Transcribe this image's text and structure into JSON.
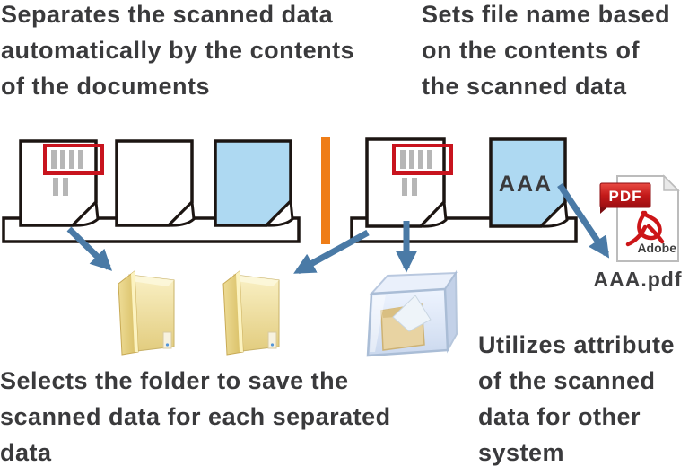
{
  "diagram_title": "scanned data separation and naming workflow",
  "captions": {
    "separate": {
      "lines": [
        "Separates the scanned data",
        "automatically by the contents",
        "of the documents"
      ]
    },
    "filename": {
      "lines": [
        "Sets file name based",
        "on the contents of",
        "the scanned data"
      ]
    },
    "folder": {
      "lines": [
        "Selects the folder to save the",
        "scanned data for each separated",
        "data"
      ]
    },
    "attribute": {
      "lines": [
        "Utilizes attribute",
        "of the scanned",
        "data for other",
        "system"
      ]
    }
  },
  "labels": {
    "blue_doc_text": "AAA",
    "pdf_badge": "PDF",
    "pdf_brand": "Adobe",
    "pdf_filename": "AAA.pdf"
  },
  "icons": [
    {
      "name": "barcode-document-icon",
      "meaning": "scanned page with patch/barcode zone highlighted in red"
    },
    {
      "name": "blank-document-icon",
      "meaning": "plain scanned page"
    },
    {
      "name": "blue-document-icon",
      "meaning": "separator / named page"
    },
    {
      "name": "folder-icon",
      "meaning": "destination folder for separated data"
    },
    {
      "name": "glass-cube-folder-icon",
      "meaning": "other system storing scanned data"
    },
    {
      "name": "pdf-file-icon",
      "meaning": "generated Adobe PDF file"
    },
    {
      "name": "arrow-icon",
      "meaning": "data flow"
    }
  ],
  "colors": {
    "text": "#3a3a3c",
    "arrow_blue": "#4a7aa6",
    "divider_orange": "#ef7d17",
    "document_blue": "#aed9f2",
    "barcode_red": "#c8141e",
    "barcode_gray": "#b6b6b6",
    "outline_black": "#1c1512",
    "folder_yellow": "#e8d584",
    "pdf_red": "#c31a1a"
  }
}
